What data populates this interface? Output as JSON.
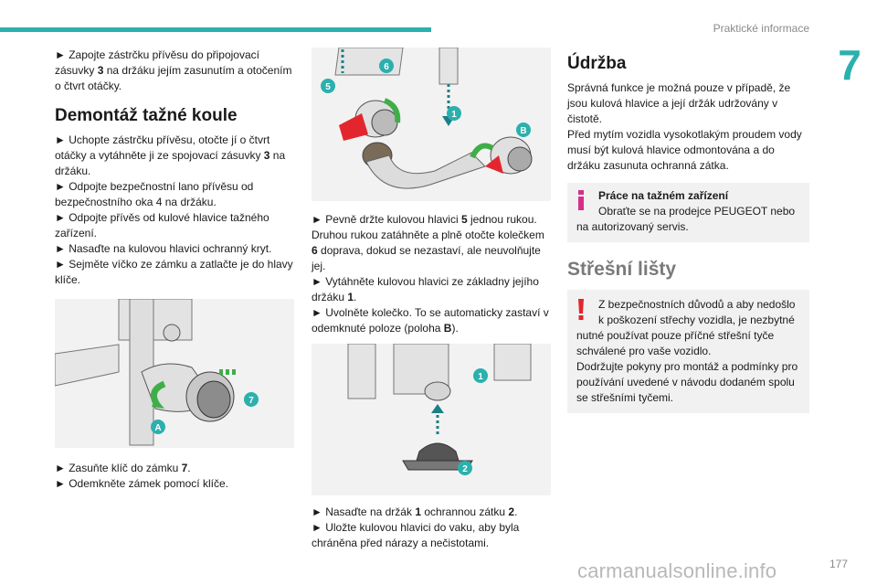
{
  "header": {
    "title": "Praktické informace",
    "chapter": "7"
  },
  "col1": {
    "intro": [
      "► Zapojte zástrčku přívěsu do připojovací zásuvky ",
      "3",
      " na držáku jejím zasunutím a otočením o čtvrt otáčky."
    ],
    "heading": "Demontáž tažné koule",
    "p1": [
      "► Uchopte zástrčku přívěsu, otočte jí o čtvrt otáčky a vytáhněte ji ze spojovací zásuvky ",
      "3",
      " na držáku."
    ],
    "p2": "► Odpojte bezpečnostní lano přívěsu od bezpečnostního oka 4 na držáku.",
    "p3": "► Odpojte přívěs od kulové hlavice tažného zařízení.",
    "p4": "► Nasaďte na kulovou hlavici ochranný kryt.",
    "p5": "► Sejměte víčko ze zámku a zatlačte je do hlavy klíče.",
    "fig_labels": {
      "a": "7",
      "b": "A"
    },
    "after1": [
      "► Zasuňte klíč do zámku ",
      "7",
      "."
    ],
    "after2": "► Odemkněte zámek pomocí klíče."
  },
  "col2": {
    "fig1_labels": {
      "l5": "5",
      "l6": "6",
      "l1": "1",
      "lB": "B"
    },
    "p1": [
      "► Pevně držte kulovou hlavici ",
      "5",
      " jednou rukou. Druhou rukou zatáhněte a plně otočte kolečkem ",
      "6",
      " doprava, dokud se nezastaví, ale neuvolňujte jej."
    ],
    "p2": [
      "► Vytáhněte kulovou hlavici ze základny jejího držáku ",
      "1",
      "."
    ],
    "p3": [
      "► Uvolněte kolečko. To se automaticky zastaví v odemknuté poloze (poloha ",
      "B",
      ")."
    ],
    "fig2_labels": {
      "l1": "1",
      "l2": "2"
    },
    "p4": [
      "► Nasaďte na držák ",
      "1",
      " ochrannou zátku ",
      "2",
      "."
    ],
    "p5": "► Uložte kulovou hlavici do vaku, aby byla chráněna před nárazy a nečistotami."
  },
  "col3": {
    "heading1": "Údržba",
    "p1": "Správná funkce je možná pouze v případě, že jsou kulová hlavice a její držák udržovány v čistotě.",
    "p2": "Před mytím vozidla vysokotlakým proudem vody musí být kulová hlavice odmontována a do držáku zasunuta ochranná zátka.",
    "info_title": "Práce na tažném zařízení",
    "info_body1": "Obraťte se na prodejce PEUGEOT nebo",
    "info_body2": "na autorizovaný servis.",
    "heading2": "Střešní lišty",
    "warn_p1a": "Z bezpečnostních důvodů a aby nedošlo k poškození střechy vozidla, je nezbytné",
    "warn_p1b": "nutné používat pouze příčné střešní tyče schválené pro vaše vozidlo.",
    "warn_p2": "Dodržujte pokyny pro montáž a podmínky pro používání uvedené v návodu dodaném spolu se střešními tyčemi."
  },
  "footer": {
    "page": "177",
    "watermark": "carmanualsonline.info"
  },
  "colors": {
    "accent": "#2bb0ad",
    "label": "#2bb0ad",
    "warn": "#e3262d",
    "info": "#d62e8a",
    "arrow_green": "#3fae49",
    "arrow_red": "#e3262d"
  }
}
